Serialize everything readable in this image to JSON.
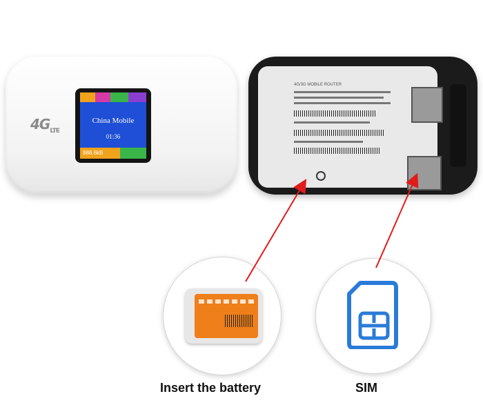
{
  "front": {
    "logo_main": "4G",
    "logo_sub": "LTE",
    "carrier": "China Mobile",
    "time": "01:36",
    "usage": "888.6kB"
  },
  "back": {
    "label_title": "4G/3G MOBILE ROUTER"
  },
  "captions": {
    "battery": "Insert the battery",
    "sim": "SIM"
  },
  "colors": {
    "screen_blue": "#1e4fd6",
    "usage_orange": "#f1a21c",
    "usage_green": "#39b54a",
    "arrow_red": "#e21b1b",
    "sim_icon_blue": "#2a7bd8",
    "battery_orange": "#ef7f1a"
  },
  "icons": [
    "battery-icon",
    "wifi-icon",
    "sim-card-icon",
    "arrow-icon"
  ]
}
